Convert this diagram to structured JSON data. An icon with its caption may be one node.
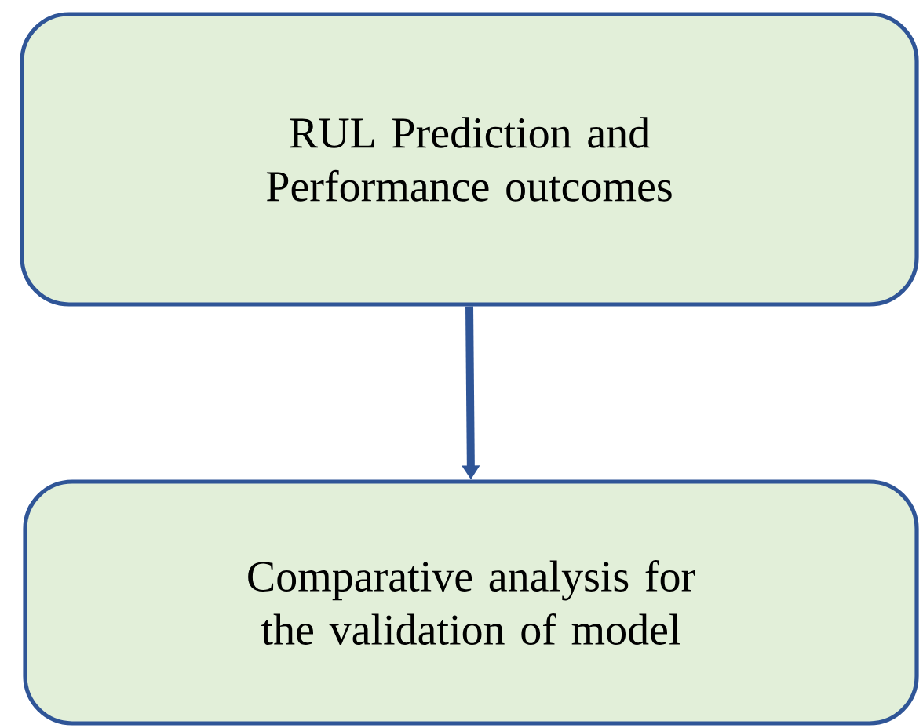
{
  "diagram": {
    "nodes": [
      {
        "text": [
          "RUL Prediction and Performance outcomes"
        ]
      },
      {
        "text": [
          "Comparative analysis for the validation of model"
        ]
      }
    ],
    "edges": [
      {
        "from": 0,
        "to": 1,
        "arrow": "to"
      }
    ]
  }
}
